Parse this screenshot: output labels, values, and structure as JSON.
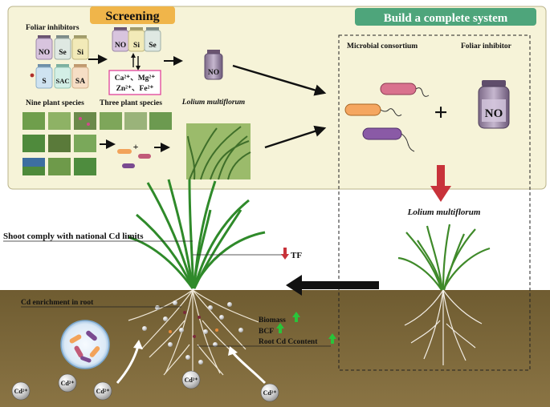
{
  "screening": {
    "title": "Screening"
  },
  "system": {
    "title": "Build a complete system"
  },
  "foliar": {
    "heading": "Foliar inhibitors",
    "bottles": [
      "NO",
      "Se",
      "Si",
      "S",
      "SAC",
      "SA"
    ],
    "selected": [
      "NO",
      "Si",
      "Se"
    ]
  },
  "ions": {
    "line1": "Ca²⁺、Mg²⁺",
    "line2": "Zn²⁺、Fe²⁺"
  },
  "species": {
    "nine": "Nine plant species",
    "three": "Three plant species"
  },
  "lolium": {
    "label": "Lolium multiflorum",
    "bottle": "NO"
  },
  "complete": {
    "microbial": "Microbial consortium",
    "foliar": "Foliar inhibitor",
    "plus": "+",
    "bottle": "NO",
    "lolium": "Lolium multiflorum"
  },
  "annotations": {
    "shoot": "Shoot comply with national Cd limits",
    "tf": "TF",
    "enrichment": "Cd enrichment in root",
    "biomass": "Biomass",
    "bcf": "BCF",
    "root_cd": "Root Cd Ccontent"
  },
  "cd": {
    "ions": [
      "Cd²⁺",
      "Cd²⁺",
      "Cd²⁺",
      "Cd²⁺",
      "Cd²⁺"
    ]
  },
  "colors": {
    "screening_bg": "#f0b54a",
    "system_bg": "#4ea57b",
    "panel_bg": "#f6f3d8",
    "soil": "#7a6536",
    "arrow_red": "#c8323a",
    "arrow_green": "#29c43a"
  }
}
